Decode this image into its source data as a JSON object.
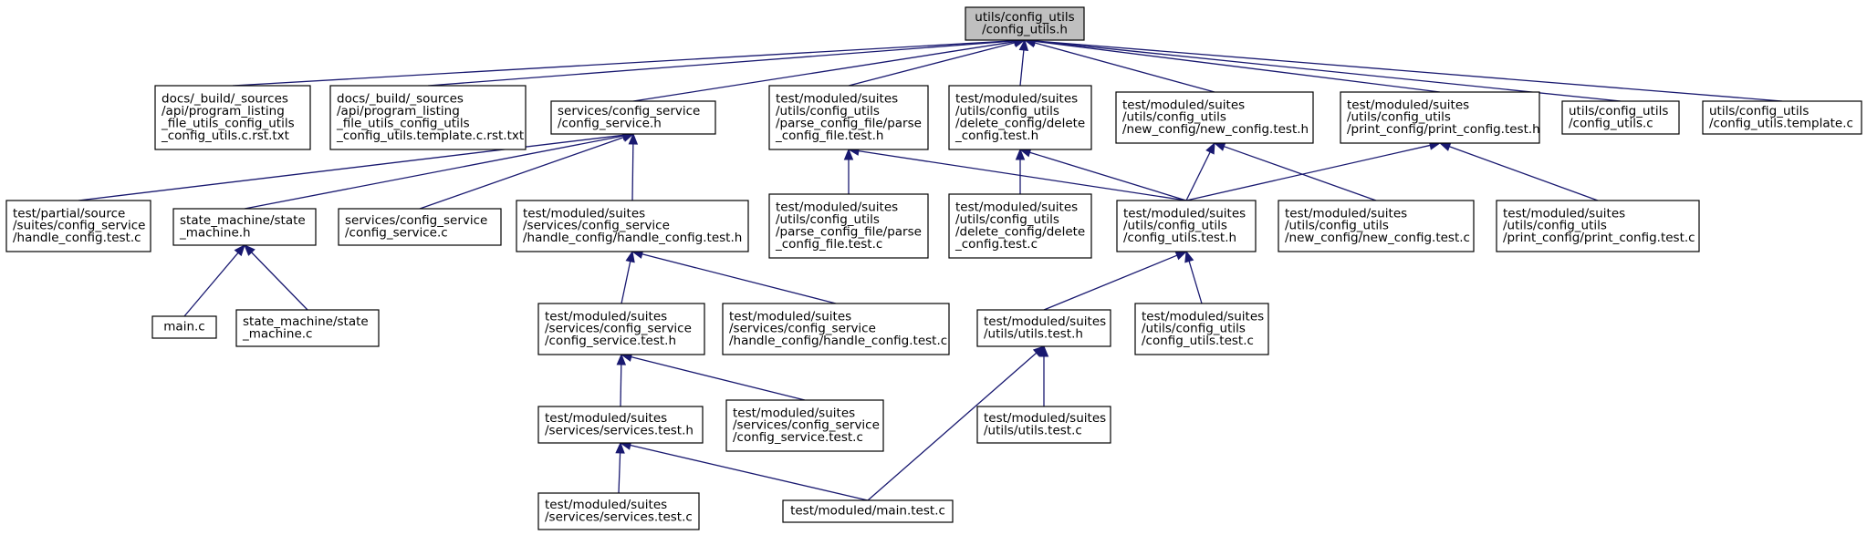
{
  "graph": {
    "nodes": [
      {
        "id": "root",
        "lines": [
          "utils/config_utils",
          "/config_utils.h"
        ],
        "highlight": true
      },
      {
        "id": "docs_c",
        "lines": [
          "docs/_build/_sources",
          "/api/program_listing",
          "_file_utils_config_utils",
          "_config_utils.c.rst.txt"
        ]
      },
      {
        "id": "docs_t",
        "lines": [
          "docs/_build/_sources",
          "/api/program_listing",
          "_file_utils_config_utils",
          "_config_utils.template.c.rst.txt"
        ]
      },
      {
        "id": "svc_h",
        "lines": [
          "services/config_service",
          "/config_service.h"
        ]
      },
      {
        "id": "parse_h",
        "lines": [
          "test/moduled/suites",
          "/utils/config_utils",
          "/parse_config_file/parse",
          "_config_file.test.h"
        ]
      },
      {
        "id": "delete_h",
        "lines": [
          "test/moduled/suites",
          "/utils/config_utils",
          "/delete_config/delete",
          "_config.test.h"
        ]
      },
      {
        "id": "new_h",
        "lines": [
          "test/moduled/suites",
          "/utils/config_utils",
          "/new_config/new_config.test.h"
        ]
      },
      {
        "id": "print_h",
        "lines": [
          "test/moduled/suites",
          "/utils/config_utils",
          "/print_config/print_config.test.h"
        ]
      },
      {
        "id": "cu_c",
        "lines": [
          "utils/config_utils",
          "/config_utils.c"
        ]
      },
      {
        "id": "cu_tpl",
        "lines": [
          "utils/config_utils",
          "/config_utils.template.c"
        ]
      },
      {
        "id": "partial",
        "lines": [
          "test/partial/source",
          "/suites/config_service",
          "/handle_config.test.c"
        ]
      },
      {
        "id": "sm_h",
        "lines": [
          "state_machine/state",
          "_machine.h"
        ]
      },
      {
        "id": "svc_c",
        "lines": [
          "services/config_service",
          "/config_service.c"
        ]
      },
      {
        "id": "hc_h",
        "lines": [
          "test/moduled/suites",
          "/services/config_service",
          "/handle_config/handle_config.test.h"
        ]
      },
      {
        "id": "parse_c",
        "lines": [
          "test/moduled/suites",
          "/utils/config_utils",
          "/parse_config_file/parse",
          "_config_file.test.c"
        ]
      },
      {
        "id": "delete_c",
        "lines": [
          "test/moduled/suites",
          "/utils/config_utils",
          "/delete_config/delete",
          "_config.test.c"
        ]
      },
      {
        "id": "cut_h",
        "lines": [
          "test/moduled/suites",
          "/utils/config_utils",
          "/config_utils.test.h"
        ]
      },
      {
        "id": "new_c",
        "lines": [
          "test/moduled/suites",
          "/utils/config_utils",
          "/new_config/new_config.test.c"
        ]
      },
      {
        "id": "print_c",
        "lines": [
          "test/moduled/suites",
          "/utils/config_utils",
          "/print_config/print_config.test.c"
        ]
      },
      {
        "id": "main_c",
        "lines": [
          "main.c"
        ]
      },
      {
        "id": "sm_c",
        "lines": [
          "state_machine/state",
          "_machine.c"
        ]
      },
      {
        "id": "cst_h",
        "lines": [
          "test/moduled/suites",
          "/services/config_service",
          "/config_service.test.h"
        ]
      },
      {
        "id": "hc_c",
        "lines": [
          "test/moduled/suites",
          "/services/config_service",
          "/handle_config/handle_config.test.c"
        ]
      },
      {
        "id": "ut_h",
        "lines": [
          "test/moduled/suites",
          "/utils/utils.test.h"
        ]
      },
      {
        "id": "cut_c",
        "lines": [
          "test/moduled/suites",
          "/utils/config_utils",
          "/config_utils.test.c"
        ]
      },
      {
        "id": "st_h",
        "lines": [
          "test/moduled/suites",
          "/services/services.test.h"
        ]
      },
      {
        "id": "cst_c",
        "lines": [
          "test/moduled/suites",
          "/services/config_service",
          "/config_service.test.c"
        ]
      },
      {
        "id": "ut_c",
        "lines": [
          "test/moduled/suites",
          "/utils/utils.test.c"
        ]
      },
      {
        "id": "st_c",
        "lines": [
          "test/moduled/suites",
          "/services/services.test.c"
        ]
      },
      {
        "id": "mt_c",
        "lines": [
          "test/moduled/main.test.c"
        ]
      }
    ],
    "edges": [
      {
        "from": "docs_c",
        "to": "root"
      },
      {
        "from": "docs_t",
        "to": "root"
      },
      {
        "from": "svc_h",
        "to": "root"
      },
      {
        "from": "parse_h",
        "to": "root"
      },
      {
        "from": "delete_h",
        "to": "root"
      },
      {
        "from": "new_h",
        "to": "root"
      },
      {
        "from": "print_h",
        "to": "root"
      },
      {
        "from": "cu_c",
        "to": "root"
      },
      {
        "from": "cu_tpl",
        "to": "root"
      },
      {
        "from": "partial",
        "to": "svc_h"
      },
      {
        "from": "sm_h",
        "to": "svc_h"
      },
      {
        "from": "svc_c",
        "to": "svc_h"
      },
      {
        "from": "hc_h",
        "to": "svc_h"
      },
      {
        "from": "parse_c",
        "to": "parse_h"
      },
      {
        "from": "cut_h",
        "to": "parse_h"
      },
      {
        "from": "delete_c",
        "to": "delete_h"
      },
      {
        "from": "cut_h",
        "to": "delete_h"
      },
      {
        "from": "cut_h",
        "to": "new_h"
      },
      {
        "from": "new_c",
        "to": "new_h"
      },
      {
        "from": "cut_h",
        "to": "print_h"
      },
      {
        "from": "print_c",
        "to": "print_h"
      },
      {
        "from": "main_c",
        "to": "sm_h"
      },
      {
        "from": "sm_c",
        "to": "sm_h"
      },
      {
        "from": "cst_h",
        "to": "hc_h"
      },
      {
        "from": "hc_c",
        "to": "hc_h"
      },
      {
        "from": "ut_h",
        "to": "cut_h"
      },
      {
        "from": "cut_c",
        "to": "cut_h"
      },
      {
        "from": "st_h",
        "to": "cst_h"
      },
      {
        "from": "cst_c",
        "to": "cst_h"
      },
      {
        "from": "mt_c",
        "to": "ut_h"
      },
      {
        "from": "ut_c",
        "to": "ut_h"
      },
      {
        "from": "st_c",
        "to": "st_h"
      },
      {
        "from": "mt_c",
        "to": "st_h"
      }
    ]
  },
  "colors": {
    "edge": "#191970",
    "highlight_fill": "#bfbfbf",
    "node_fill": "#ffffff",
    "node_border": "#000000"
  }
}
